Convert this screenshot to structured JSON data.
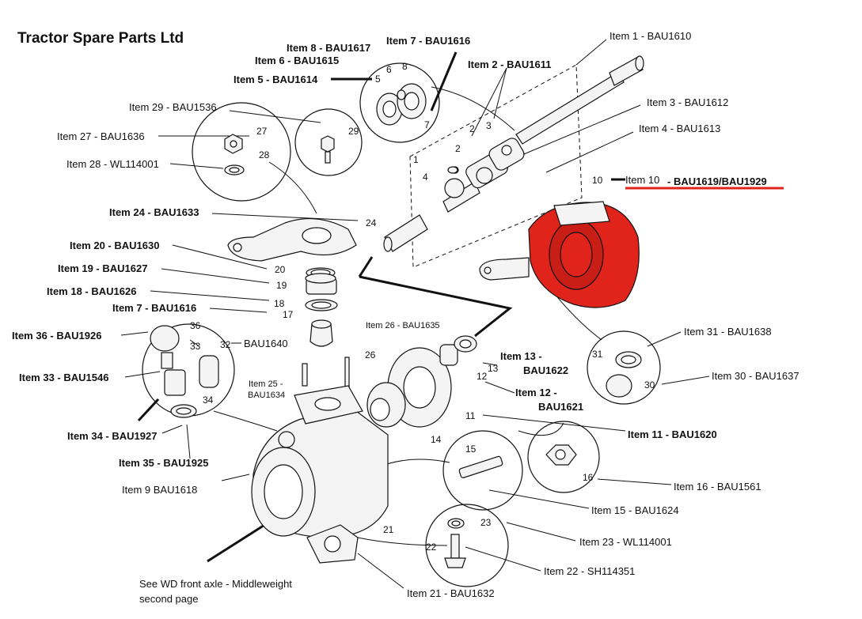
{
  "title": "Tractor Spare Parts Ltd",
  "labels": {
    "item1": "Item 1 - BAU1610",
    "item2": "Item 2 - BAU1611",
    "item3": "Item 3 - BAU1612",
    "item4": "Item 4 - BAU1613",
    "item5": "Item 5 - BAU1614",
    "item6": "Item 6 - BAU1615",
    "item7a": "Item 7 - BAU1616",
    "item7b": "Item 7 - BAU1616",
    "item8": "Item 8 - BAU1617",
    "item9": "Item 9 BAU1618",
    "item10_prefix": "Item 10",
    "item10_code": "- BAU1619/BAU1929",
    "item11": "Item 11 - BAU1620",
    "item12a": "Item 12 -",
    "item12b": "BAU1621",
    "item13a": "Item 13 -",
    "item13b": "BAU1622",
    "item15": "Item 15 - BAU1624",
    "item16": "Item 16 - BAU1561",
    "item17": "17",
    "item18": "Item 18 - BAU1626",
    "item19": "Item 19 - BAU1627",
    "item20": "Item 20 - BAU1630",
    "item21": "Item 21 - BAU1632",
    "item22": "Item 22 - SH114351",
    "item23": "Item 23 - WL114001",
    "item24": "Item 24 - BAU1633",
    "item25a": "Item 25 -",
    "item25b": "BAU1634",
    "item26": "Item 26 - BAU1635",
    "item27": "Item 27 - BAU1636",
    "item28": "Item 28 - WL114001",
    "item29": "Item 29 - BAU1536",
    "item30": "Item 30 - BAU1637",
    "item31": "Item 31 - BAU1638",
    "item32": "BAU1640",
    "item33": "Item 33 - BAU1546",
    "item34": "Item 34 - BAU1927",
    "item35": "Item 35 - BAU1925",
    "item36": "Item 36 - BAU1926",
    "note1": "See WD front axle - Middleweight",
    "note2": "second page"
  },
  "callouts": {
    "n1": "1",
    "n2a": "2",
    "n2b": "2",
    "n3": "3",
    "n4": "4",
    "n5": "5",
    "n6": "6",
    "n7a": "7",
    "n7b": "17",
    "n8": "8",
    "n10": "10",
    "n11": "11",
    "n12": "12",
    "n13": "13",
    "n14": "14",
    "n15": "15",
    "n16": "16",
    "n18": "18",
    "n19": "19",
    "n20": "20",
    "n21": "21",
    "n22": "22",
    "n23": "23",
    "n24": "24",
    "n26": "26",
    "n27": "27",
    "n28": "28",
    "n29": "29",
    "n30": "30",
    "n31": "31",
    "n32": "32",
    "n33": "33",
    "n34": "34",
    "n36": "36"
  },
  "colors": {
    "highlight": "#e0241b",
    "ink": "#111111"
  }
}
